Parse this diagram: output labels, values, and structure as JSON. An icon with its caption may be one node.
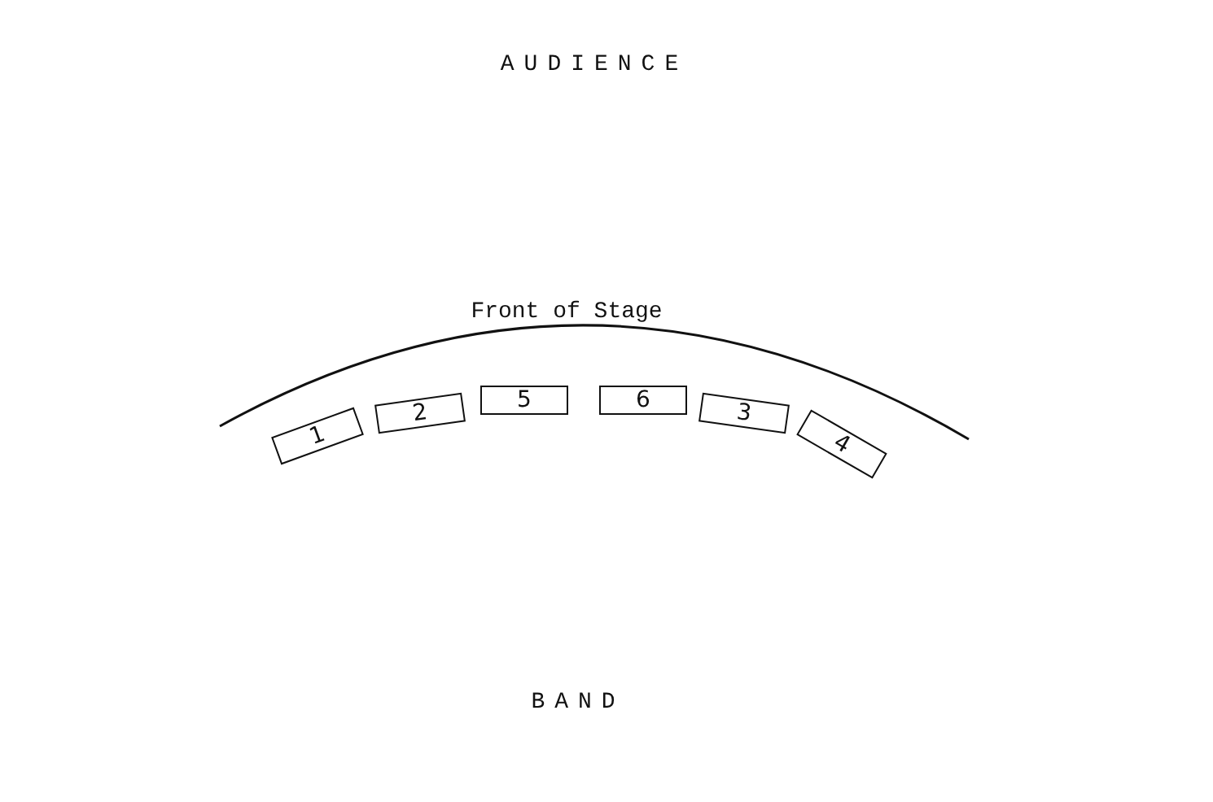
{
  "diagram": {
    "nodes": [
      {
        "text": [
          "1"
        ]
      },
      {
        "text": [
          "2"
        ]
      },
      {
        "text": [
          "5"
        ]
      },
      {
        "text": [
          "6"
        ]
      },
      {
        "text": [
          "3"
        ]
      },
      {
        "text": [
          "4"
        ]
      }
    ],
    "labels": [
      "AUDIENCE",
      "Front of Stage",
      "BAND"
    ]
  }
}
